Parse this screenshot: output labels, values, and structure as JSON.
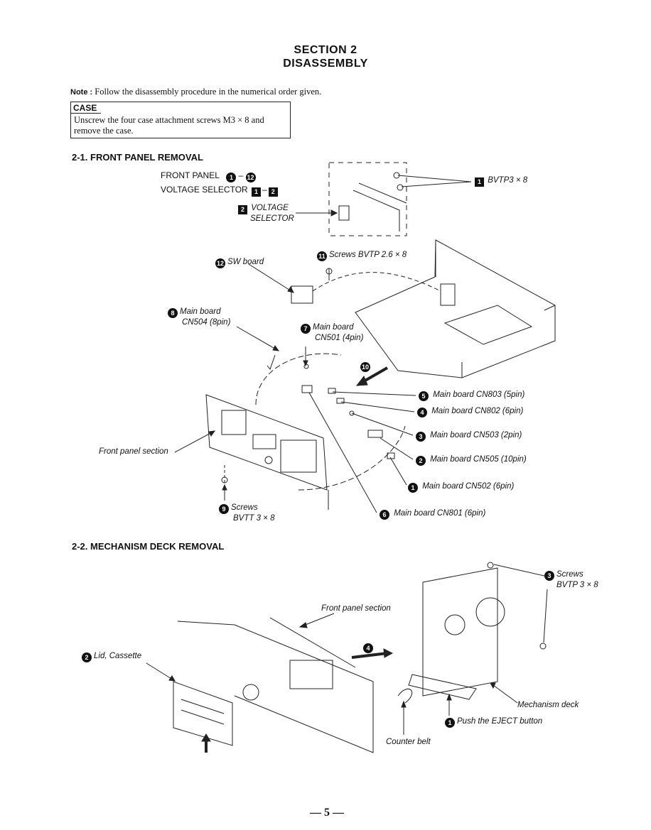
{
  "header": {
    "section": "SECTION 2",
    "title": "DISASSEMBLY"
  },
  "note": {
    "label": "Note :",
    "text": "Follow the disassembly procedure in the numerical order given."
  },
  "case_box": {
    "title": "CASE",
    "line1": "Unscrew the four case attachment screws M3 × 8 and",
    "line2": "remove the case."
  },
  "section_1": {
    "heading": "2-1. FRONT PANEL REMOVAL",
    "legend_front": "FRONT PANEL",
    "legend_front_range": {
      "from": "1",
      "to": "12"
    },
    "legend_voltage": "VOLTAGE SELECTOR",
    "legend_voltage_range": {
      "from": "1",
      "to": "2"
    },
    "voltage_label_line1": "VOLTAGE",
    "voltage_label_line2": "SELECTOR",
    "voltage_num": "2",
    "bvtp_num": "1",
    "bvtp_label": "BVTP3 × 8",
    "labels": {
      "n11": {
        "num": "11",
        "text": "Screws BVTP 2.6 × 8"
      },
      "n12": {
        "num": "12",
        "text": "SW board"
      },
      "n8_a": {
        "num": "8",
        "text": "Main board"
      },
      "n8_b": "CN504 (8pin)",
      "n7_a": {
        "num": "7",
        "text": "Main board"
      },
      "n7_b": "CN501 (4pin)",
      "n10": "10",
      "n5": {
        "num": "5",
        "text": "Main board CN803 (5pin)"
      },
      "n4": {
        "num": "4",
        "text": "Main board CN802 (6pin)"
      },
      "n3": {
        "num": "3",
        "text": "Main board CN503 (2pin)"
      },
      "n2": {
        "num": "2",
        "text": "Main board CN505 (10pin)"
      },
      "n1": {
        "num": "1",
        "text": "Main board CN502 (6pin)"
      },
      "n6": {
        "num": "6",
        "text": "Main board CN801 (6pin)"
      },
      "n9_a": {
        "num": "9",
        "text": "Screws"
      },
      "n9_b": "BVTT 3 × 8",
      "front_panel": "Front panel section"
    }
  },
  "section_2": {
    "heading": "2-2. MECHANISM DECK REMOVAL",
    "labels": {
      "s3_a": {
        "num": "3",
        "text": "Screws"
      },
      "s3_b": "BVTP 3 × 8",
      "front_panel": "Front panel section",
      "s2": {
        "num": "2",
        "text": "Lid, Cassette"
      },
      "s4": "4",
      "mech": "Mechanism deck",
      "s1": {
        "num": "1",
        "text": "Push the EJECT button"
      },
      "belt": "Counter belt"
    }
  },
  "page_number": "— 5 —"
}
